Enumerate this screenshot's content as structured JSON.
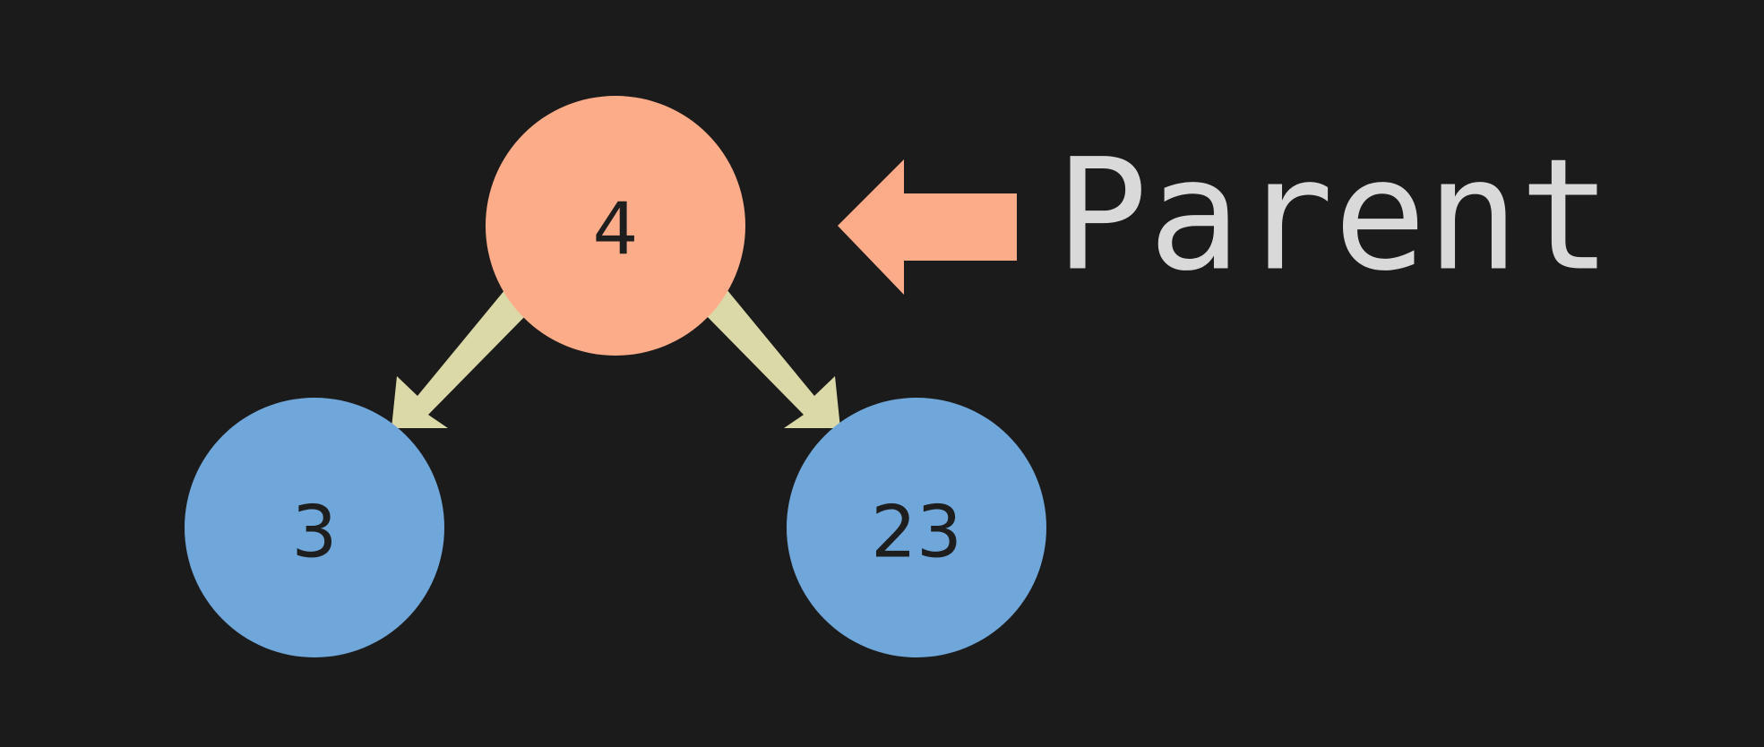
{
  "diagram": {
    "background_color": "#1b1b1b",
    "parent_color": "#fdac8a",
    "child_color": "#6fa7da",
    "edge_color": "#dad9a7",
    "label_color": "#d9d9d9",
    "nodes": {
      "parent": {
        "label": "4"
      },
      "left_child": {
        "label": "3"
      },
      "right_child": {
        "label": "23"
      }
    },
    "callout": {
      "label": "Parent"
    }
  }
}
